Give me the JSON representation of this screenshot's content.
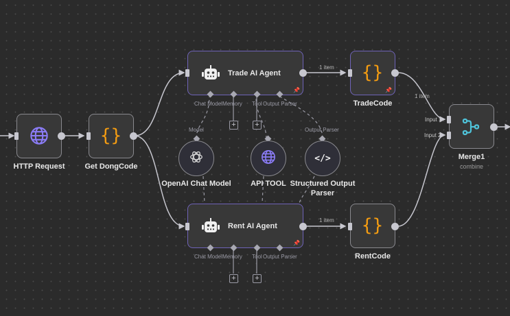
{
  "canvas": {
    "background": "#2b2b2b",
    "accent_agent_border": "#6f63b8",
    "code_icon_color": "#f39c12",
    "globe_icon_color": "#8b7cf6",
    "merge_icon_color": "#4fc3d9"
  },
  "nodes": {
    "http_request": {
      "label": "HTTP Request",
      "icon": "globe-icon"
    },
    "get_dongcode": {
      "label": "Get DongCode",
      "icon": "code-braces-icon"
    },
    "trade_agent": {
      "label": "Trade AI Agent",
      "icon": "robot-icon",
      "pinned": true,
      "ports": [
        "Chat Model",
        "Memory",
        "Tool",
        "Output Parser"
      ]
    },
    "rent_agent": {
      "label": "Rent AI Agent",
      "icon": "robot-icon",
      "pinned": true,
      "ports": [
        "Chat Model",
        "Memory",
        "Tool",
        "Output Parser"
      ]
    },
    "trade_code": {
      "label": "TradeCode",
      "icon": "code-braces-icon",
      "pinned": true
    },
    "rent_code": {
      "label": "RentCode",
      "icon": "code-braces-icon"
    },
    "merge": {
      "label": "Merge1",
      "subtitle": "combine",
      "icon": "merge-icon",
      "inputs": [
        "Input 1",
        "Input 2"
      ]
    },
    "openai_model": {
      "label": "OpenAI Chat Model",
      "icon": "openai-icon",
      "port_label": "Model"
    },
    "api_tool": {
      "label": "API TOOL",
      "icon": "globe-icon"
    },
    "output_parser": {
      "label": "Structured Output Parser",
      "icon": "code-tag-icon",
      "port_label": "Output Parser"
    }
  },
  "edges": {
    "trade_to_tradecode": "1 item",
    "rent_to_rentcode": "1 item",
    "tradecode_to_merge": "1 item"
  },
  "glyphs": {
    "plus": "+",
    "pin": "📌"
  }
}
